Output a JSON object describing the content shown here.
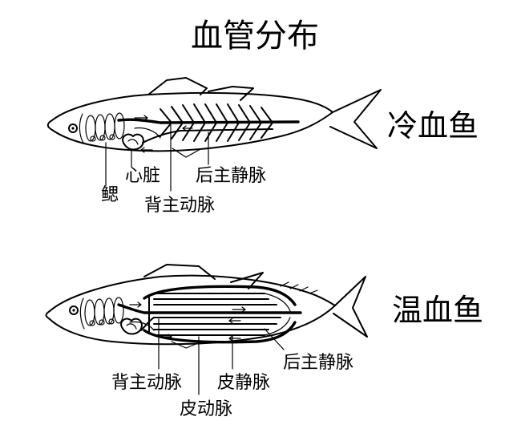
{
  "title": "血管分布",
  "cold_fish": {
    "name": "冷血鱼",
    "labels": {
      "gill": "鳃",
      "heart": "心脏",
      "dorsal_aorta": "背主动脉",
      "posterior_vein": "后主静脉"
    }
  },
  "warm_fish": {
    "name": "温血鱼",
    "labels": {
      "dorsal_aorta": "背主动脉",
      "cutaneous_artery": "皮动脉",
      "cutaneous_vein": "皮静脉",
      "posterior_vein": "后主静脉"
    }
  }
}
